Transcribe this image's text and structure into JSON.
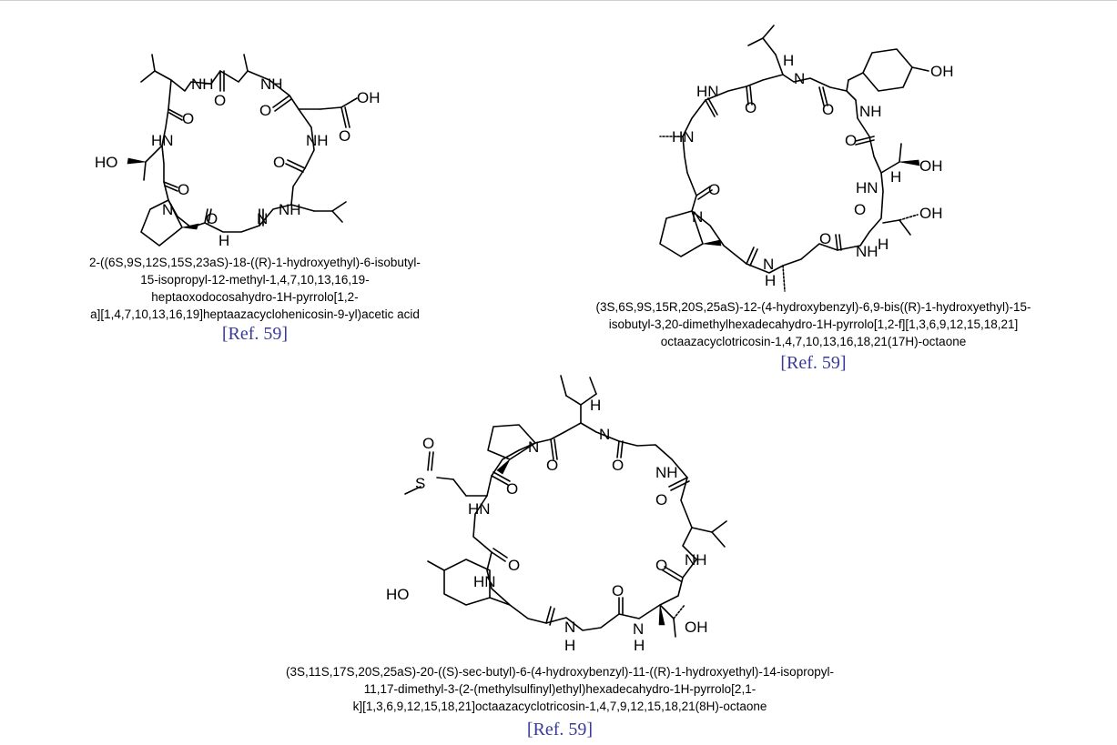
{
  "molecules": [
    {
      "id": "m1",
      "atom_labels": [
        "NH",
        "NH",
        "O",
        "O",
        "O",
        "OH",
        "HN",
        "HO",
        "NH",
        "O",
        "O",
        "N",
        "O",
        "O",
        "NH",
        "N",
        "H"
      ],
      "caption_lines": [
        "2-((6S,9S,12S,15S,23aS)-18-((R)-1-hydroxyethyl)-6-isobutyl-",
        "15-isopropyl-12-methyl-1,4,7,10,13,16,19-",
        "heptaoxodocosahydro-1H-pyrrolo[1,2-",
        "a][1,4,7,10,13,16,19]heptaazacyclohenicosin-9-yl)acetic acid"
      ],
      "ref": "[Ref. 59]"
    },
    {
      "id": "m2",
      "atom_labels": [
        "H",
        "N",
        "OH",
        "HN",
        "O",
        "O",
        "NH",
        "HN",
        "O",
        "OH",
        "H",
        "HN",
        "O",
        "OH",
        "N",
        "O",
        "O",
        "NH",
        "H",
        "N",
        "H"
      ],
      "caption_lines": [
        "(3S,6S,9S,15R,20S,25aS)-12-(4-hydroxybenzyl)-6,9-bis((R)-1-hydroxyethyl)-15-",
        "isobutyl-3,20-dimethylhexadecahydro-1H-pyrrolo[1,2-f][1,3,6,9,12,15,18,21]",
        "octaazacyclotricosin-1,4,7,10,13,16,18,21(17H)-octaone"
      ],
      "ref": "[Ref. 59]"
    },
    {
      "id": "m3",
      "atom_labels": [
        "H",
        "N",
        "N",
        "O",
        "O",
        "O",
        "S",
        "O",
        "HN",
        "NH",
        "O",
        "O",
        "HN",
        "NH",
        "HO",
        "O",
        "N",
        "O",
        "N",
        "OH",
        "H",
        "H"
      ],
      "caption_lines": [
        "(3S,11S,17S,20S,25aS)-20-((S)-sec-butyl)-6-(4-hydroxybenzyl)-11-((R)-1-hydroxyethyl)-14-isopropyl-",
        "11,17-dimethyl-3-(2-(methylsulfinyl)ethyl)hexadecahydro-1H-pyrrolo[2,1-",
        "k][1,3,6,9,12,15,18,21]octaazacyclotricosin-1,4,7,9,12,15,18,21(8H)-octaone"
      ],
      "ref": "[Ref. 59]"
    }
  ]
}
